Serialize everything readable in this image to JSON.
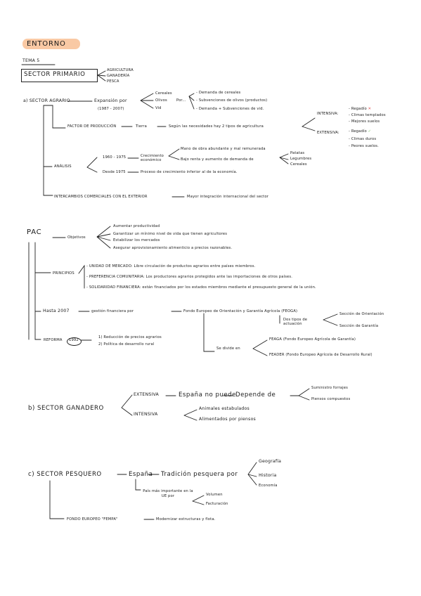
{
  "header": {
    "title": "ENTORNO",
    "tema": "TEMA 5"
  },
  "primario": {
    "title": "SECTOR PRIMARIO",
    "items": [
      "AGRICULTURA",
      "GANADERÍA",
      "PESCA"
    ]
  },
  "agrario": {
    "label": "a) SECTOR AGRARIO",
    "expansion": "Expansión por",
    "years": "(1987 - 2007)",
    "crops": [
      "Cereales",
      "Olivos",
      "Vid"
    ],
    "por": "Por...",
    "reasons": [
      "- Demanda de cereales",
      "- Subvenciones de olivos (productos)",
      "- Demanda + Subvenciones de vid."
    ],
    "factor": "FACTOR DE PRODUCCIÓN",
    "tierra": "Tierra",
    "segun": "Según las necesidades hay 2 tipos de agricultura",
    "intensiva": "INTENSIVA:",
    "intensiva_items": [
      "- Regadío",
      "- Climas templados",
      "- Mejores suelos"
    ],
    "extensiva": "EXTENSIVA:",
    "extensiva_items": [
      "- Regadío",
      "- Climas duros",
      "- Peores suelos."
    ],
    "mark_x": "✕",
    "mark_check": "✓",
    "analisis": "ANÁLISIS",
    "period1": "1960 - 1975",
    "crecimiento": "Crecimiento económico",
    "crec_items": [
      "Mano de obra abundante y mal remunerada",
      "Bajo renta y aumento de demanda de"
    ],
    "foods": [
      "Patatas",
      "Legumbres",
      "Cereales"
    ],
    "period2": "Desde 1975",
    "desde_text": "Proceso de crecimiento inferior al de la economía.",
    "intercambios": "INTERCAMBIOS COMERCIALES CON EL EXTERIOR",
    "intercambios_text": "Mayor integración internacional del sector"
  },
  "pac": {
    "title": "PAC",
    "objetivos": "Objetivos",
    "obj_items": [
      "Aumentar productividad",
      "Garantizar un mínimo nivel de vida que tienen agricultores",
      "Estabilizar los mercados",
      "Asegurar aprovisionamiento alimenticio a precios razonables."
    ],
    "principios": "PRINCIPIOS",
    "princ_items": [
      "- UNIDAD DE MERCADO: Libre circulación de productos agrarios entre países miembros.",
      "- PREFERENCIA COMUNITARIA: Los productores agrarios protegidos ante las importaciones de otros países.",
      "- SOLIDARIDAD FINANCIERA: están financiados por los estados miembros mediante el presupuesto general de la unión."
    ],
    "hasta": "Hasta 2007",
    "gestion": "gestión financiera por",
    "fondo": "Fondo Europeo de Orientación y Garantía Agrícola (FEOGA)",
    "dos_tipos": "Dos tipos de actuación",
    "secciones": [
      "Sección de Orientación",
      "Sección de Garantía"
    ],
    "reforma": "REFORMA",
    "reforma_year": "1992",
    "reforma_items": [
      "1) Reducción de precios agrarios",
      "2) Política de desarrollo rural"
    ],
    "se_divide": "Se divide en",
    "fondos": [
      "FEAGA (Fondo Europeo Agrícola de Garantía)",
      "FEADER (Fondo Europeo Agrícola de Desarrollo Rural)"
    ]
  },
  "ganadero": {
    "label": "b) SECTOR GANADERO",
    "extensiva": "EXTENSIVA",
    "espana": "España no puede",
    "depende": "Depende de",
    "depende_items": [
      "Suministro forrajes",
      "Piensos compuestos"
    ],
    "intensiva": "INTENSIVA",
    "intensiva_items": [
      "Animales estabulados",
      "Alimentados por piensos"
    ]
  },
  "pesquero": {
    "label": "c) SECTOR PESQUERO",
    "espana": "España",
    "tradicion": "Tradición pesquera por",
    "tradicion_items": [
      "Geografía",
      "Historia",
      "Economía"
    ],
    "pais": "País más importante en la UE por",
    "pais_items": [
      "Volumen",
      "Facturación"
    ],
    "fondo": "FONDO EUROPEO \"FEMPA\"",
    "fondo_text": "Modernizar estructuras y flota."
  }
}
